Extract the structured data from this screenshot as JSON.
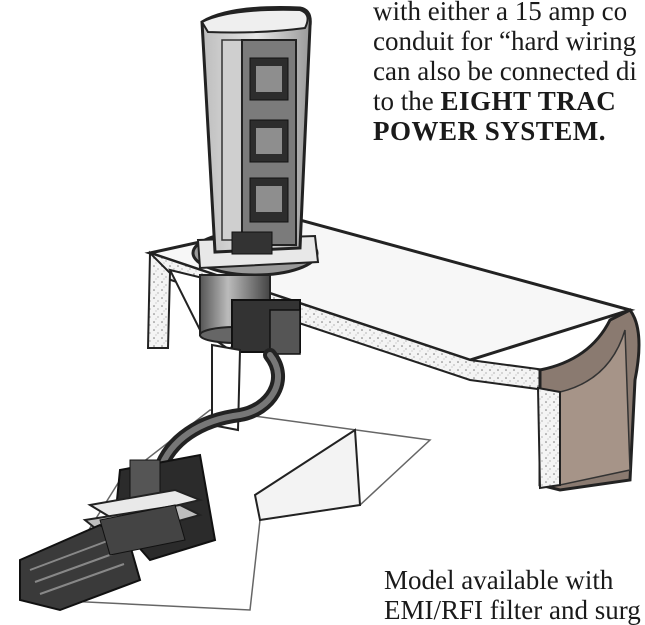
{
  "top_text": {
    "line1": "with either a 15 amp co",
    "line2": "conduit for “hard wiring",
    "line3": "can also be connected di",
    "line4_prefix": "to the ",
    "line4_bold": "EIGHT TRAC",
    "line5_bold": "POWER SYSTEM."
  },
  "bottom_text": {
    "line1": "Model available with",
    "line2": "EMI/RFI filter and surg"
  }
}
